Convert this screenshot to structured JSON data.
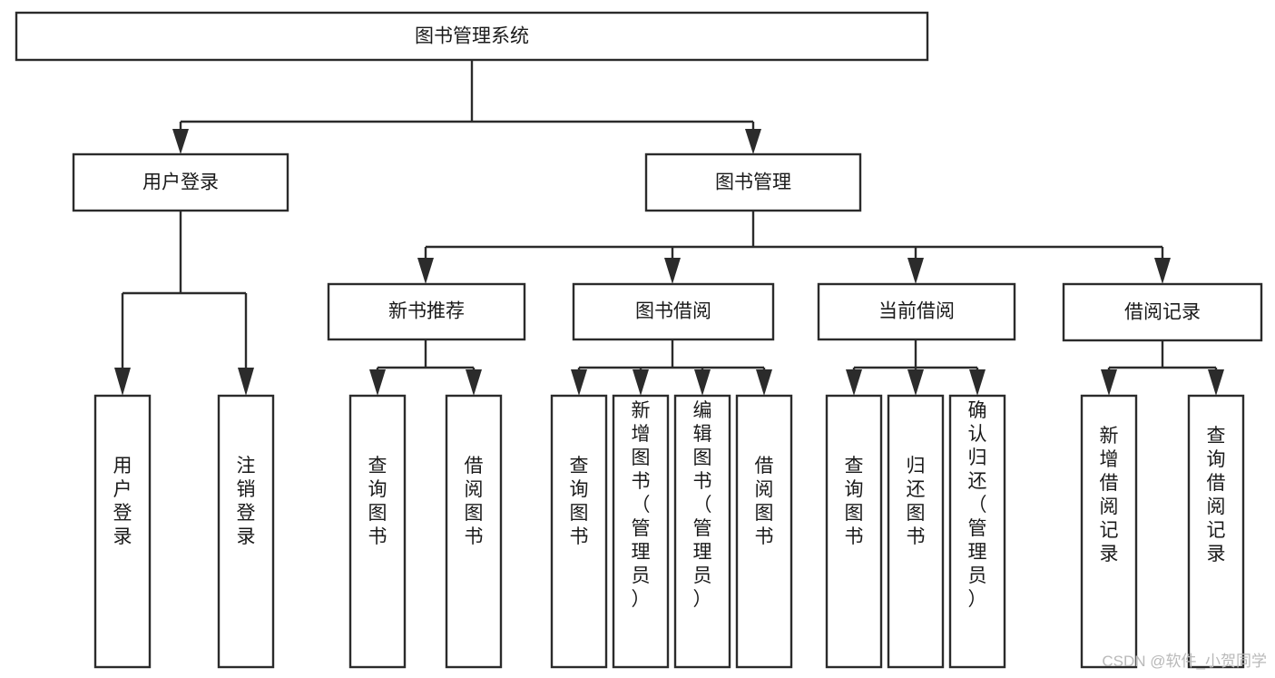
{
  "diagram": {
    "type": "tree-hierarchy",
    "title": "图书管理系统",
    "orientation": "top-down",
    "watermark": "CSDN @软件_小贺同学",
    "colors": {
      "stroke": "#2b2b2b",
      "fill": "#ffffff",
      "text": "#1a1a1a",
      "watermark": "#b9b9b9"
    },
    "root": {
      "id": "root",
      "label": "图书管理系统",
      "orientation": "horizontal"
    },
    "level2": [
      {
        "id": "user-login",
        "label": "用户登录",
        "orientation": "horizontal"
      },
      {
        "id": "book-manage",
        "label": "图书管理",
        "orientation": "horizontal"
      }
    ],
    "level3": [
      {
        "id": "new-book-recommend",
        "label": "新书推荐",
        "parent": "book-manage",
        "orientation": "horizontal"
      },
      {
        "id": "book-borrow",
        "label": "图书借阅",
        "parent": "book-manage",
        "orientation": "horizontal"
      },
      {
        "id": "current-borrow",
        "label": "当前借阅",
        "parent": "book-manage",
        "orientation": "horizontal"
      },
      {
        "id": "borrow-record",
        "label": "借阅记录",
        "parent": "book-manage",
        "orientation": "horizontal"
      }
    ],
    "leaves": [
      {
        "id": "leaf-user-login",
        "label": "用户登录",
        "parent": "user-login",
        "orientation": "vertical"
      },
      {
        "id": "leaf-user-logout",
        "label": "注销登录",
        "parent": "user-login",
        "orientation": "vertical"
      },
      {
        "id": "leaf-query-book-1",
        "label": "查询图书",
        "parent": "new-book-recommend",
        "orientation": "vertical"
      },
      {
        "id": "leaf-borrow-book-1",
        "label": "借阅图书",
        "parent": "new-book-recommend",
        "orientation": "vertical"
      },
      {
        "id": "leaf-query-book-2",
        "label": "查询图书",
        "parent": "book-borrow",
        "orientation": "vertical"
      },
      {
        "id": "leaf-add-book",
        "label": "新增图书（管理员）",
        "parent": "book-borrow",
        "orientation": "vertical"
      },
      {
        "id": "leaf-edit-book",
        "label": "编辑图书（管理员）",
        "parent": "book-borrow",
        "orientation": "vertical"
      },
      {
        "id": "leaf-borrow-book-2",
        "label": "借阅图书",
        "parent": "book-borrow",
        "orientation": "vertical"
      },
      {
        "id": "leaf-query-book-3",
        "label": "查询图书",
        "parent": "current-borrow",
        "orientation": "vertical"
      },
      {
        "id": "leaf-return-book",
        "label": "归还图书",
        "parent": "current-borrow",
        "orientation": "vertical"
      },
      {
        "id": "leaf-confirm-return",
        "label": "确认归还（管理员）",
        "parent": "current-borrow",
        "orientation": "vertical"
      },
      {
        "id": "leaf-add-record",
        "label": "新增借阅记录",
        "parent": "borrow-record",
        "orientation": "vertical"
      },
      {
        "id": "leaf-query-record",
        "label": "查询借阅记录",
        "parent": "borrow-record",
        "orientation": "vertical"
      }
    ]
  }
}
